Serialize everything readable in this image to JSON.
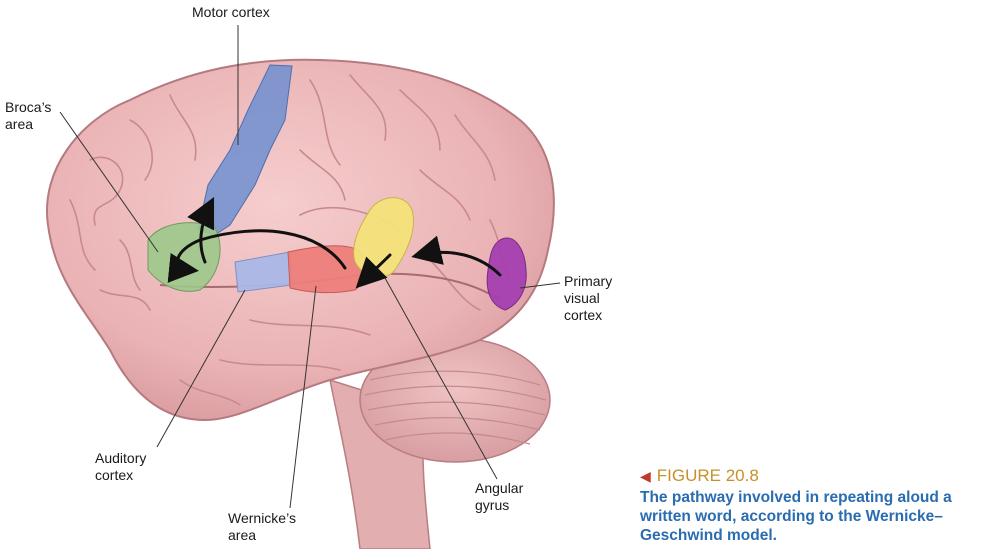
{
  "labels": {
    "motor_cortex": "Motor cortex",
    "brocas_area": [
      "Broca’s",
      "area"
    ],
    "primary_visual_cortex": [
      "Primary",
      "visual",
      "cortex"
    ],
    "auditory_cortex": [
      "Auditory",
      "cortex"
    ],
    "angular_gyrus": [
      "Angular",
      "gyrus"
    ],
    "wernickes_area": [
      "Wernicke’s",
      "area"
    ]
  },
  "figure": {
    "title": "FIGURE 20.8",
    "caption": [
      "The pathway involved in repeating aloud a",
      "written word, according to the Wernicke–",
      "Geschwind model."
    ]
  },
  "colors": {
    "motor_cortex": "#6f8fd0",
    "brocas_area": "#9bc98a",
    "auditory_cortex": "#a9b8e6",
    "wernickes_area": "#ec7e7a",
    "angular_gyrus": "#f4e27a",
    "primary_visual_cortex": "#a43fb0",
    "brain": "#eab6b8",
    "caption_title": "#c8902a",
    "caption_text": "#2a6cb0"
  }
}
